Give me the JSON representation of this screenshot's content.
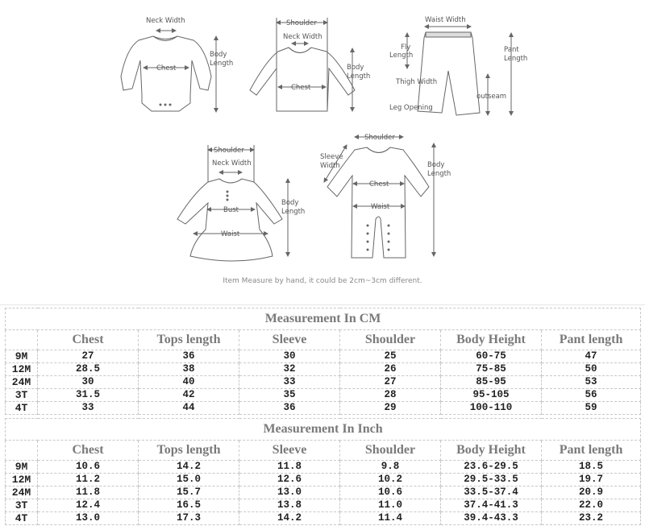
{
  "diagrams": {
    "bodysuit": {
      "neck_width": "Neck Width",
      "chest": "Chest",
      "body_length_1": "Body",
      "body_length_2": "Length"
    },
    "top": {
      "shoulder": "Shoulder",
      "neck_width": "Neck Width",
      "chest": "Chest",
      "body_length_1": "Body",
      "body_length_2": "Length"
    },
    "pants": {
      "waist_width": "Waist Width",
      "fly_length_1": "Fly",
      "fly_length_2": "Length",
      "pant_length_1": "Pant",
      "pant_length_2": "Length",
      "thigh_width": "Thigh Width",
      "outseam": "outseam",
      "leg_opening": "Leg Opening"
    },
    "dress": {
      "shoulder": "Shoulder",
      "neck_width": "Neck Width",
      "bust": "Bust",
      "waist": "Waist",
      "body_length_1": "Body",
      "body_length_2": "Length"
    },
    "romper": {
      "shoulder": "Shoulder",
      "sleeve_width_1": "Sleeve",
      "sleeve_width_2": "Width",
      "chest": "Chest",
      "waist": "Waist",
      "body_length_1": "Body",
      "body_length_2": "Length"
    }
  },
  "note": "Item Measure by hand, it could be 2cm~3cm different.",
  "tables": {
    "cm": {
      "title": "Measurement In CM",
      "headers": [
        "",
        "Chest",
        "Tops length",
        "Sleeve",
        "Shoulder",
        "Body Height",
        "Pant length"
      ],
      "rows": [
        [
          "9M",
          "27",
          "36",
          "30",
          "25",
          "60-75",
          "47"
        ],
        [
          "12M",
          "28.5",
          "38",
          "32",
          "26",
          "75-85",
          "50"
        ],
        [
          "24M",
          "30",
          "40",
          "33",
          "27",
          "85-95",
          "53"
        ],
        [
          "3T",
          "31.5",
          "42",
          "35",
          "28",
          "95-105",
          "56"
        ],
        [
          "4T",
          "33",
          "44",
          "36",
          "29",
          "100-110",
          "59"
        ]
      ]
    },
    "inch": {
      "title": "Measurement In Inch",
      "headers": [
        "",
        "Chest",
        "Tops length",
        "Sleeve",
        "Shoulder",
        "Body Height",
        "Pant length"
      ],
      "rows": [
        [
          "9M",
          "10.6",
          "14.2",
          "11.8",
          "9.8",
          "23.6-29.5",
          "18.5"
        ],
        [
          "12M",
          "11.2",
          "15.0",
          "12.6",
          "10.2",
          "29.5-33.5",
          "19.7"
        ],
        [
          "24M",
          "11.8",
          "15.7",
          "13.0",
          "10.6",
          "33.5-37.4",
          "20.9"
        ],
        [
          "3T",
          "12.4",
          "16.5",
          "13.8",
          "11.0",
          "37.4-41.3",
          "22.0"
        ],
        [
          "4T",
          "13.0",
          "17.3",
          "14.2",
          "11.4",
          "39.4-43.3",
          "23.2"
        ]
      ]
    }
  }
}
